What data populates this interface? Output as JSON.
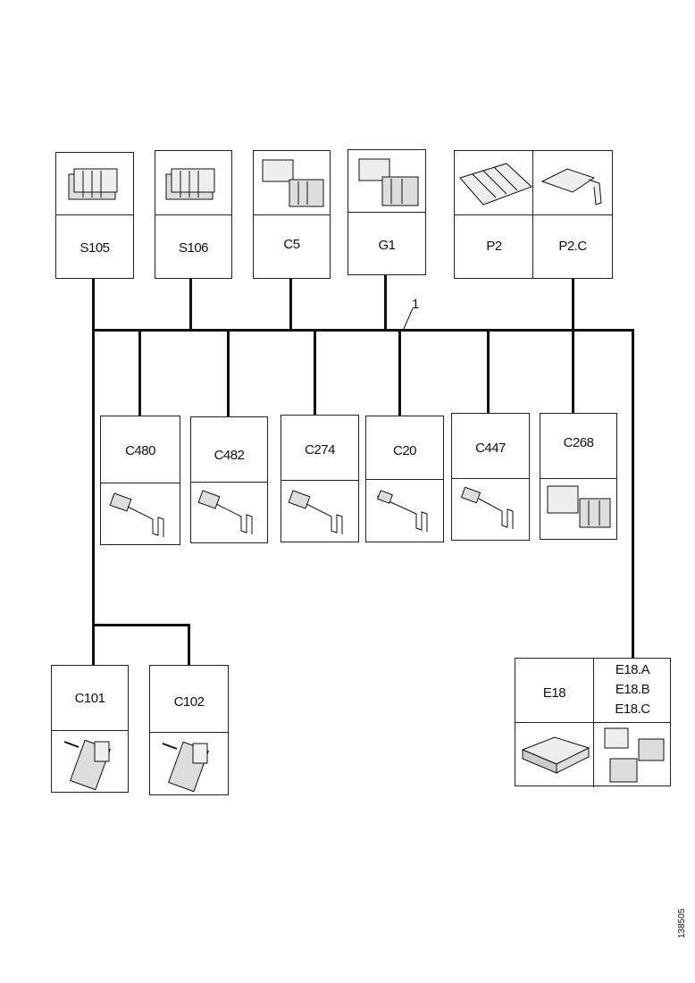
{
  "harness_label": "1",
  "reference_number": "138505",
  "top_connectors": [
    {
      "id": "s105",
      "label": "S105"
    },
    {
      "id": "s106",
      "label": "S106"
    },
    {
      "id": "c5",
      "label": "C5"
    },
    {
      "id": "g1",
      "label": "G1"
    },
    {
      "id": "p2",
      "label": "P2"
    },
    {
      "id": "p2c",
      "label": "P2.C"
    }
  ],
  "middle_connectors": [
    {
      "id": "c480",
      "label": "C480"
    },
    {
      "id": "c482",
      "label": "C482"
    },
    {
      "id": "c274",
      "label": "C274"
    },
    {
      "id": "c20",
      "label": "C20"
    },
    {
      "id": "c447",
      "label": "C447"
    },
    {
      "id": "c268",
      "label": "C268"
    }
  ],
  "bottom_connectors": [
    {
      "id": "c101",
      "label": "C101"
    },
    {
      "id": "c102",
      "label": "C102"
    }
  ],
  "e18_block": {
    "main_label": "E18",
    "sub_labels": [
      "E18.A",
      "E18.B",
      "E18.C"
    ]
  }
}
